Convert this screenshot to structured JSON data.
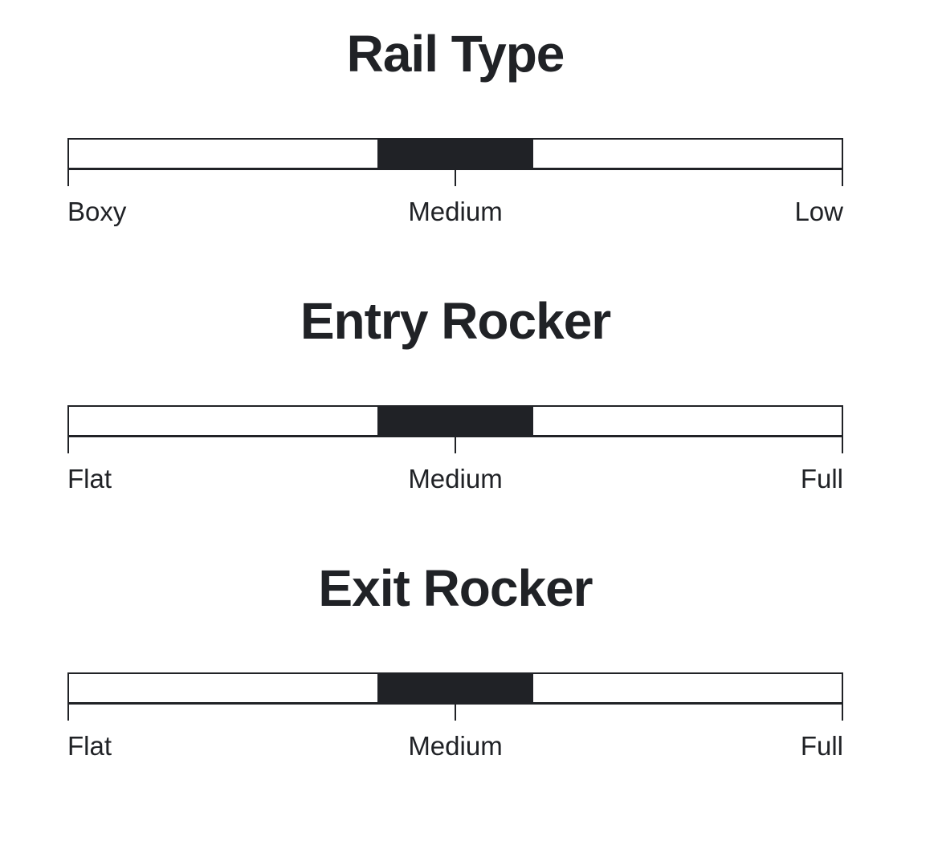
{
  "page": {
    "background_color": "#ffffff",
    "ink_color": "#202226"
  },
  "sliders": [
    {
      "id": "rail-type",
      "title": "Rail Type",
      "labels": {
        "left": "Boxy",
        "center": "Medium",
        "right": "Low"
      },
      "selected": "Medium",
      "fill": {
        "start_pct": 40,
        "end_pct": 60
      }
    },
    {
      "id": "entry-rocker",
      "title": "Entry Rocker",
      "labels": {
        "left": "Flat",
        "center": "Medium",
        "right": "Full"
      },
      "selected": "Medium",
      "fill": {
        "start_pct": 40,
        "end_pct": 60
      }
    },
    {
      "id": "exit-rocker",
      "title": "Exit Rocker",
      "labels": {
        "left": "Flat",
        "center": "Medium",
        "right": "Full"
      },
      "selected": "Medium",
      "fill": {
        "start_pct": 40,
        "end_pct": 60
      }
    }
  ]
}
